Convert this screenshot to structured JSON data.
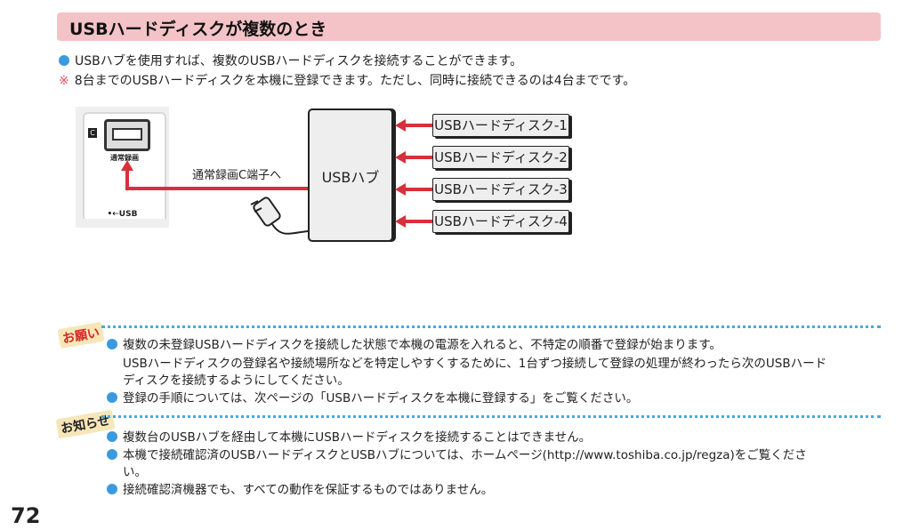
{
  "header": {
    "title": "USBハードディスクが複数のとき"
  },
  "intro": [
    {
      "marker": "bullet",
      "text": "USBハブを使用すれば、複数のUSBハードディスクを接続することができます。"
    },
    {
      "marker": "※",
      "text": "8台までのUSBハードディスクを本機に登録できます。ただし、同時に接続できるのは4台までです。"
    }
  ],
  "diagram": {
    "port_letter": "C",
    "port_label": "通常録画",
    "usb_label": "•⇠USB",
    "connection_label": "通常録画C端子へ",
    "hub_label": "USBハブ",
    "disks": [
      "USBハードディスク-1",
      "USBハードディスク-2",
      "USBハードディスク-3",
      "USBハードディスク-4"
    ],
    "arrow_color": "#d8303a"
  },
  "notes": {
    "request_badge": "お願い",
    "request_items": [
      "複数の未登録USBハードディスクを接続した状態で本機の電源を入れると、不特定の順番で登録が始まります。",
      "USBハードディスクの登録名や接続場所などを特定しやすくするために、1台ずつ接続して登録の処理が終わったら次のUSBハード",
      "ディスクを接続するようにしてください。",
      "登録の手順については、次ページの「USBハードディスクを本機に登録する」をご覧ください。"
    ],
    "info_badge": "お知らせ",
    "info_items": [
      "複数台のUSBハブを経由して本機にUSBハードディスクを接続することはできません。",
      "本機で接続確認済のUSBハードディスクとUSBハブについては、ホームページ(http://www.toshiba.co.jp/regza)をご覧くださ",
      "い。",
      "接続確認済機器でも、すべての動作を保証するものではありません。"
    ]
  },
  "page_number": "72"
}
